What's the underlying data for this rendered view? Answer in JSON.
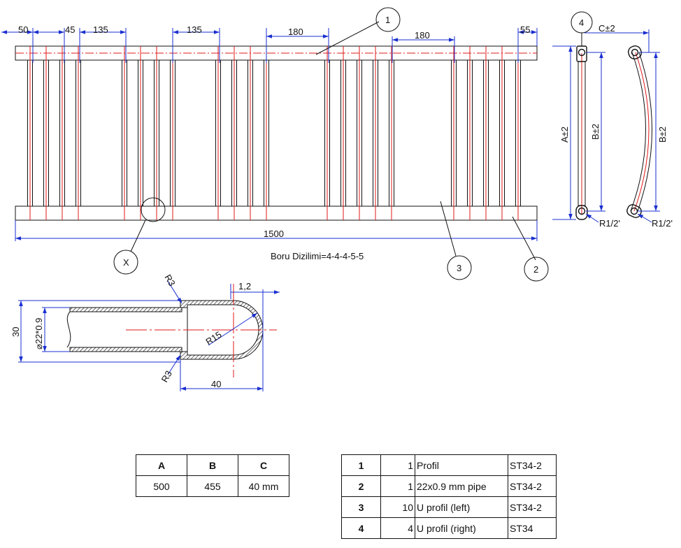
{
  "front_view": {
    "dims": {
      "d1": "50",
      "d2": "45",
      "d3": "135",
      "d4": "135",
      "d5": "180",
      "d6": "180",
      "d7": "55",
      "overall": "1500"
    },
    "arrangement": "Boru Dizilimi=4-4-4-5-5",
    "balloons": [
      "1",
      "2",
      "3",
      "X"
    ]
  },
  "side_view": {
    "balloon": "4",
    "a_dim": "A±2",
    "b_dim": "B±2",
    "c_dim": "C±2",
    "thread": "R1/2'"
  },
  "curved_view": {
    "b_dim": "B±2",
    "thread": "R1/2'"
  },
  "detail": {
    "d_thick": "1,2",
    "d_r3_top": "R3",
    "d_r3_bot": "R3",
    "d_pipe": "⌀22*0.9",
    "d_height": "30",
    "d_radius": "R15",
    "d_length": "40"
  },
  "dims_table": {
    "headers": [
      "A",
      "B",
      "C"
    ],
    "values": [
      "500",
      "455",
      "40 mm"
    ]
  },
  "parts_table": {
    "rows": [
      {
        "no": "1",
        "qty": "1",
        "desc": "Profil",
        "mat": "ST34-2"
      },
      {
        "no": "2",
        "qty": "1",
        "desc": "22x0.9 mm pipe",
        "mat": "ST34-2"
      },
      {
        "no": "3",
        "qty": "10",
        "desc": "U profil (left)",
        "mat": "ST34-2"
      },
      {
        "no": "4",
        "qty": "4",
        "desc": "U profil (right)",
        "mat": "ST34"
      }
    ]
  }
}
